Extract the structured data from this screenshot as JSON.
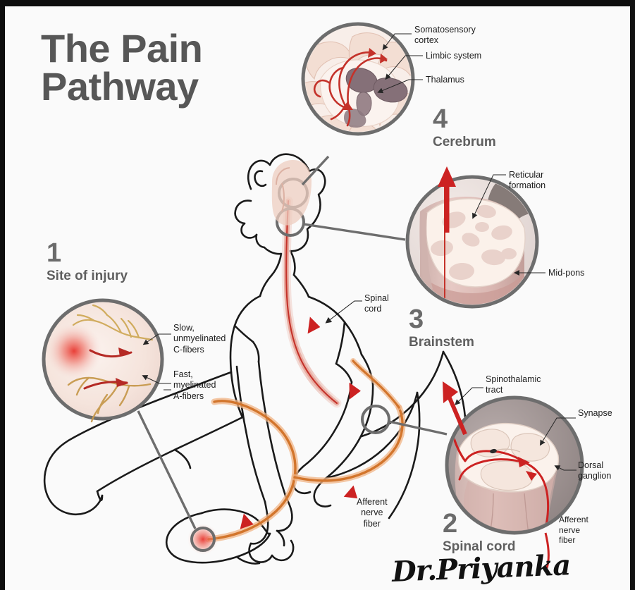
{
  "title": {
    "line1": "The Pain",
    "line2": "Pathway"
  },
  "signature": "Dr.Priyanka",
  "colors": {
    "background": "#fafafa",
    "title_gray": "#575757",
    "step_gray": "#6b6b6b",
    "label_black": "#1d1d1d",
    "pathway_red": "#cc2222",
    "nerve_orange": "#d2752c",
    "inset_ring": "#6d6d6d",
    "brain_cream": "#f6e6de",
    "thalamus_mauve": "#8a7278",
    "injury_red": "#e2403a",
    "body_outline": "#1a1a1a"
  },
  "steps": [
    {
      "number": "1",
      "name": "Site of injury"
    },
    {
      "number": "2",
      "name": "Spinal cord"
    },
    {
      "number": "3",
      "name": "Brainstem"
    },
    {
      "number": "4",
      "name": "Cerebrum"
    }
  ],
  "insets": {
    "injury": {
      "step": "1",
      "title": "Site of injury",
      "labels": [
        "Slow,\nunmyelinated\nC-fibers",
        "Fast,\nmyelinated\nA-fibers"
      ]
    },
    "spinal_cord": {
      "step": "2",
      "title": "Spinal cord",
      "labels": [
        "Spinothalamic\ntract",
        "Synapse",
        "Dorsal\nganglion",
        "Afferent\nnerve\nfiber"
      ]
    },
    "brainstem": {
      "step": "3",
      "title": "Brainstem",
      "labels": [
        "Reticular\nformation",
        "Mid-pons"
      ]
    },
    "cerebrum": {
      "step": "4",
      "title": "Cerebrum",
      "labels": [
        "Somatosensory\ncortex",
        "Limbic system",
        "Thalamus"
      ]
    }
  },
  "body_labels": [
    {
      "text": "Spinal\ncord"
    },
    {
      "text": "Afferent\nnerve\nfiber"
    }
  ]
}
